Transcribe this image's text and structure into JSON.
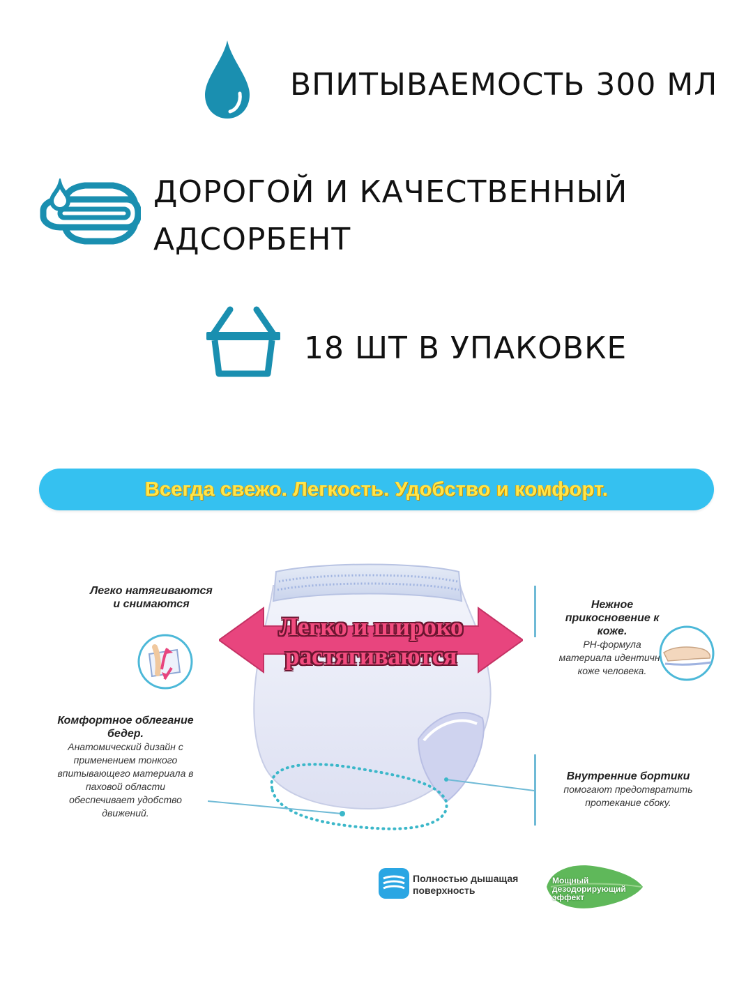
{
  "features": [
    {
      "icon": "water-drop-icon",
      "text": "ВПИТЫВАЕМОСТЬ 300 МЛ"
    },
    {
      "icon": "pad-absorbent-icon",
      "line1": "ДОРОГОЙ И КАЧЕСТВЕННЫЙ",
      "line2": "АДСОРБЕНТ"
    },
    {
      "icon": "basket-icon",
      "text": "18 ШТ В УПАКОВКЕ"
    }
  ],
  "banner": {
    "text": "Всегда свежо. Легкость. Удобство и комфорт."
  },
  "diagram": {
    "stretch_line1": "Легко и широко",
    "stretch_line2": "растягиваются",
    "top_left": {
      "line1": "Легко натягиваются",
      "line2": "и снимаются"
    },
    "bottom_left": {
      "title1": "Комфортное облегание",
      "title2": "бедер.",
      "lines": [
        "Анатомический дизайн с",
        "применением тонкого",
        "впитывающего материала в",
        "паховой области",
        "обеспечивает удобство",
        "движений."
      ]
    },
    "top_right": {
      "title1": "Нежное",
      "title2": "прикосновение к",
      "title3": "коже.",
      "lines": [
        "PH-формула",
        "материала идентична",
        "коже человека."
      ]
    },
    "bottom_right": {
      "title": "Внутренние бортики",
      "lines": [
        "помогают предотвратить",
        "протекание сбоку."
      ]
    }
  },
  "badges": {
    "breathable_line1": "Полностью дышащая",
    "breathable_line2": "поверхность",
    "deodor_line1": "Мощный",
    "deodor_line2": "дезодорирующий",
    "deodor_line3": "эффект"
  },
  "colors": {
    "icon_teal": "#1a8fb0",
    "banner_blue": "#35c1f0",
    "banner_text": "#ffe64a",
    "arrow_pink": "#e8457e"
  }
}
